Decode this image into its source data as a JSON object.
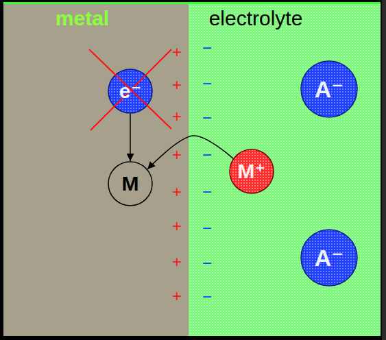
{
  "diagram": {
    "nodes": [
      {
        "text": [
          "metal"
        ]
      },
      {
        "text": [
          "electrolyte"
        ]
      },
      {
        "text": [
          "e⁻"
        ],
        "in": 0
      },
      {
        "text": [
          "M"
        ],
        "in": 0
      },
      {
        "text": [
          "M⁺"
        ],
        "in": 1
      },
      {
        "text": [
          "A⁻"
        ],
        "in": 1
      },
      {
        "text": [
          "A⁻"
        ],
        "in": 1
      }
    ],
    "edges": [
      {
        "from": 2,
        "to": 3,
        "arrow": "to"
      },
      {
        "from": 4,
        "to": 3,
        "arrow": "to"
      }
    ],
    "labels": [
      "+",
      "−",
      "+",
      "−",
      "+",
      "−",
      "+",
      "−",
      "+",
      "−",
      "+",
      "−",
      "+",
      "−",
      "+",
      "−"
    ]
  }
}
